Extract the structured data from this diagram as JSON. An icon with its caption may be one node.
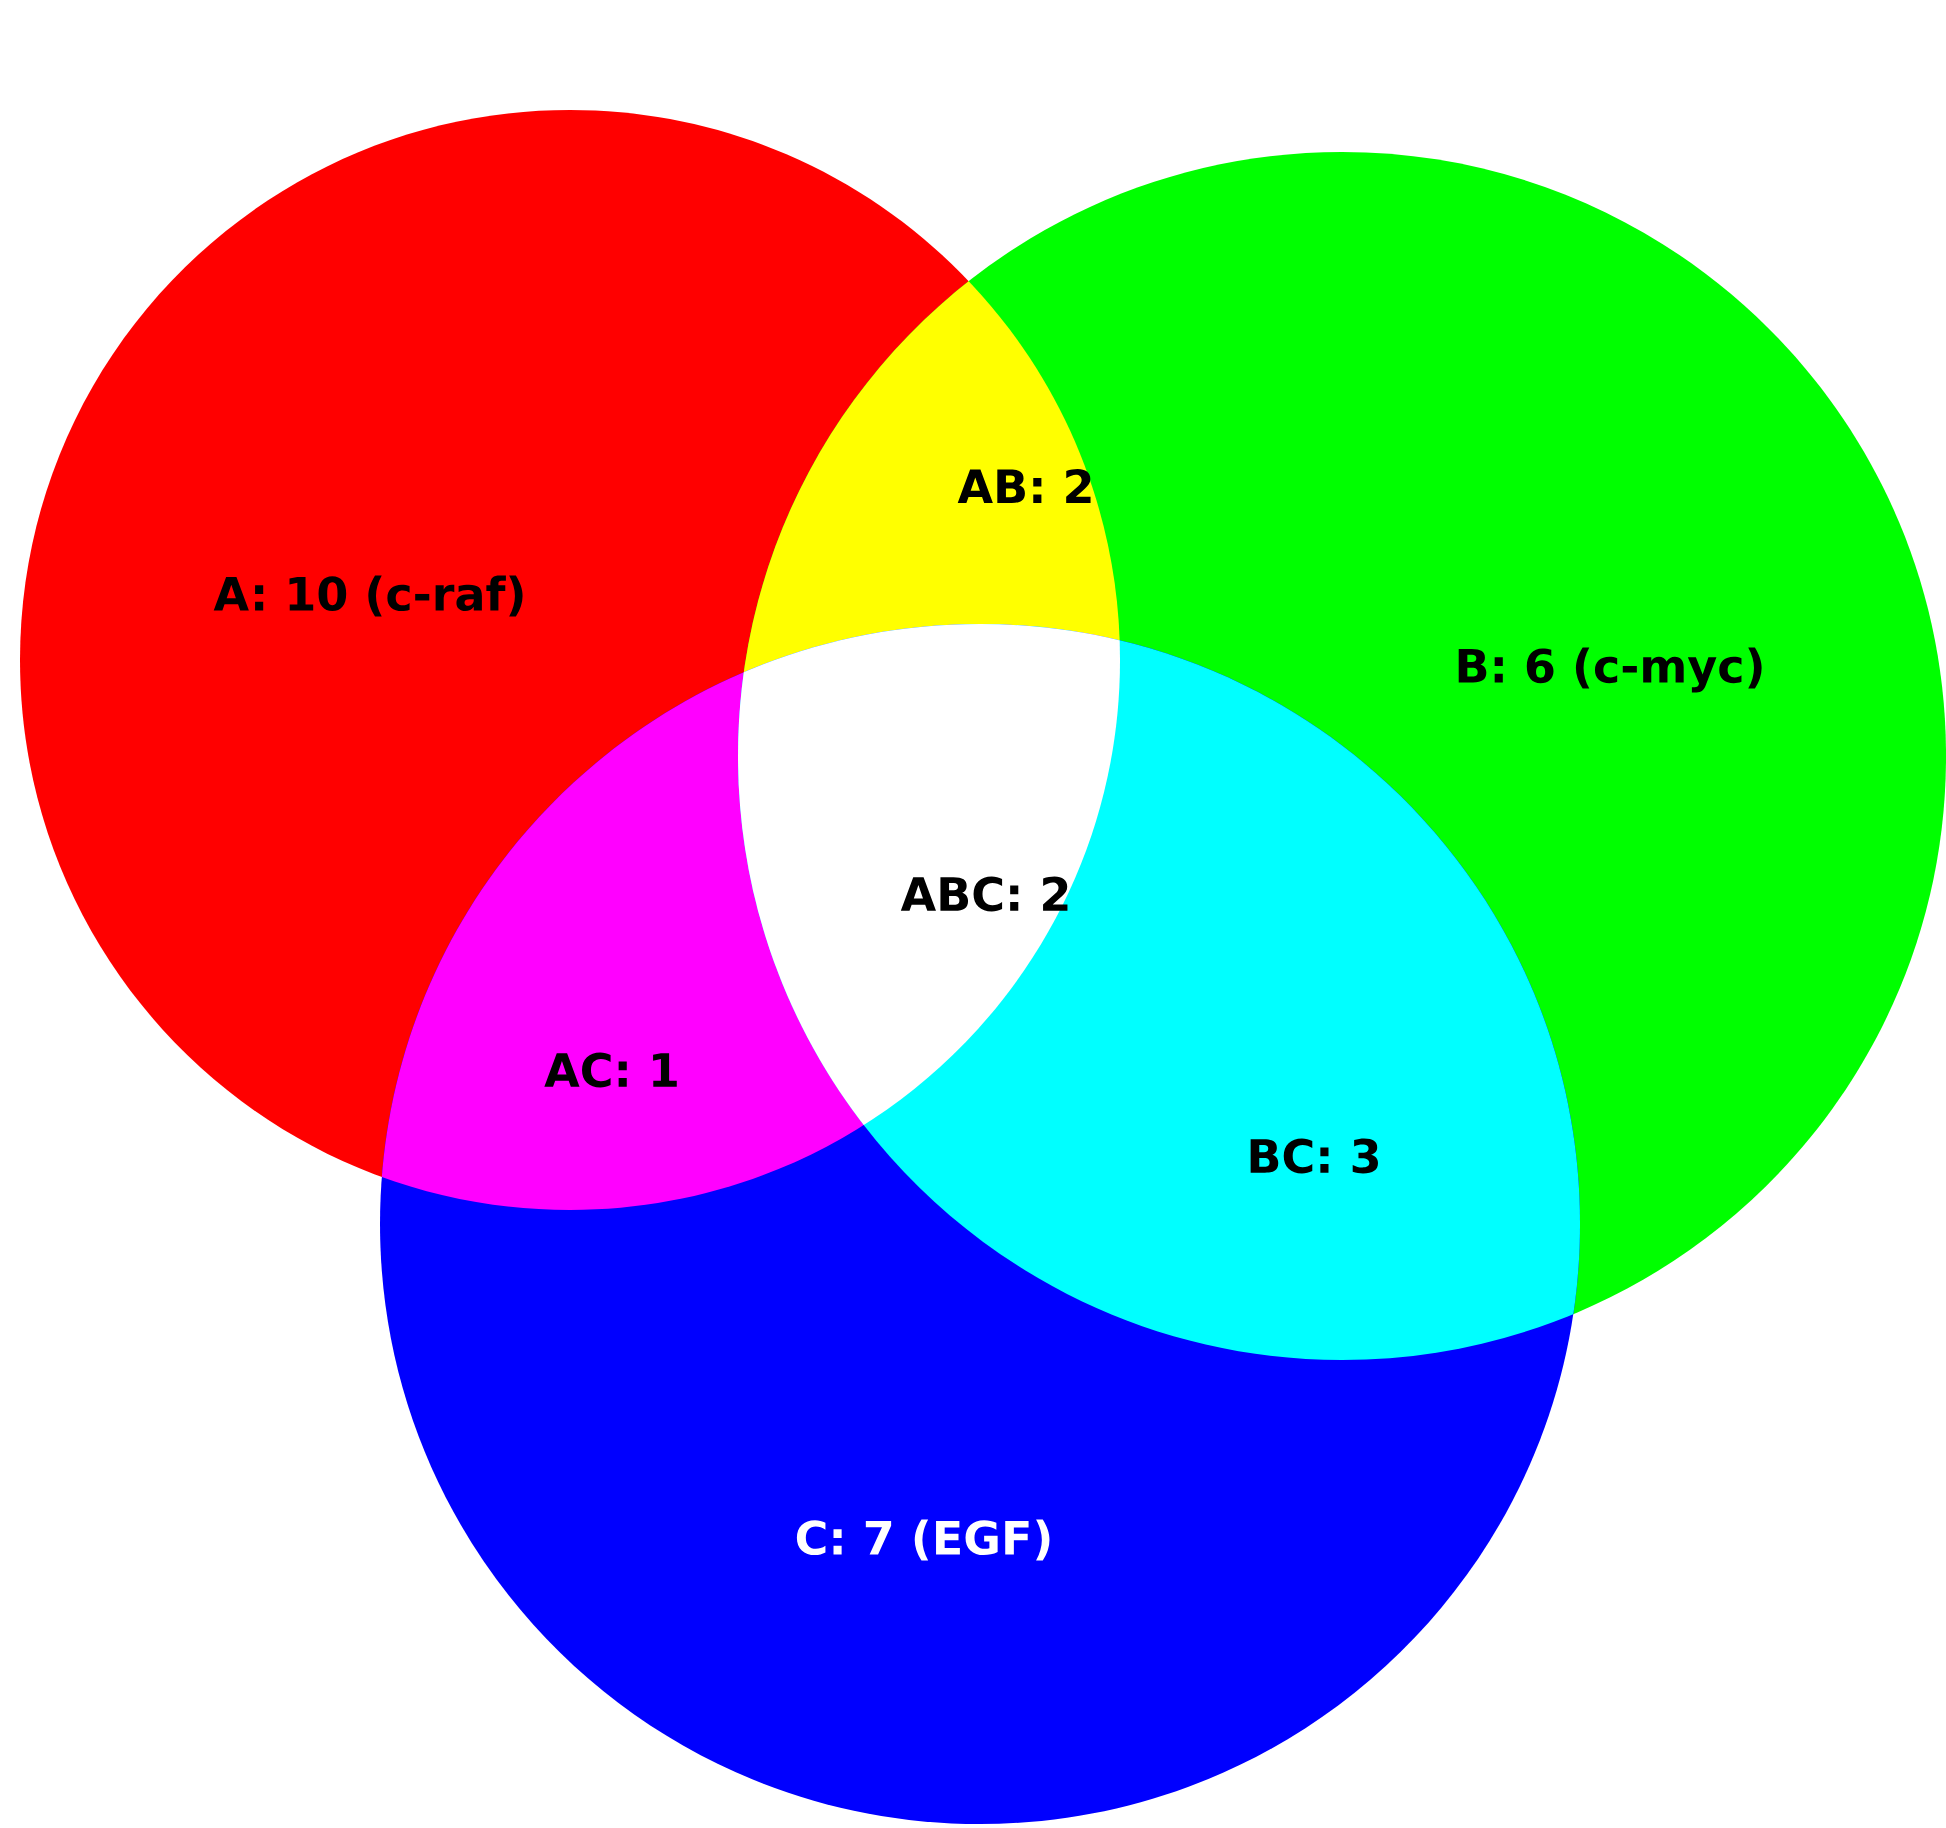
{
  "diagram": {
    "nodes": [
      {
        "text": [
          "A: 10 (c-raf)"
        ]
      },
      {
        "text": [
          "B: 6 (c-myc)"
        ]
      },
      {
        "text": [
          "C: 7 (EGF)"
        ]
      }
    ],
    "labels": [
      "AB: 2",
      "ABC: 2",
      "AC: 1",
      "BC: 3"
    ]
  }
}
